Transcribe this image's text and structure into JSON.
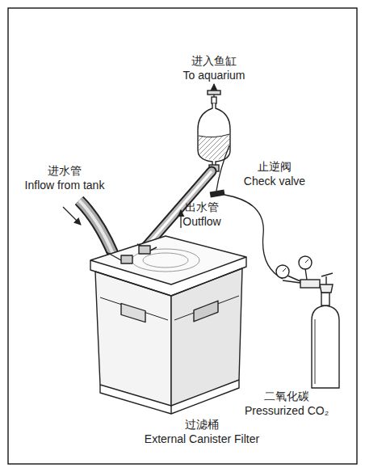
{
  "diagram": {
    "labels": [
      "进入鱼缸",
      "To aquarium",
      "进水管",
      "Inflow from tank",
      "止逆阀",
      "Check valve",
      "出水管",
      "Outflow",
      "二氧化碳",
      "Pressurized CO₂",
      "过滤桶",
      "External Canister Filter"
    ]
  }
}
